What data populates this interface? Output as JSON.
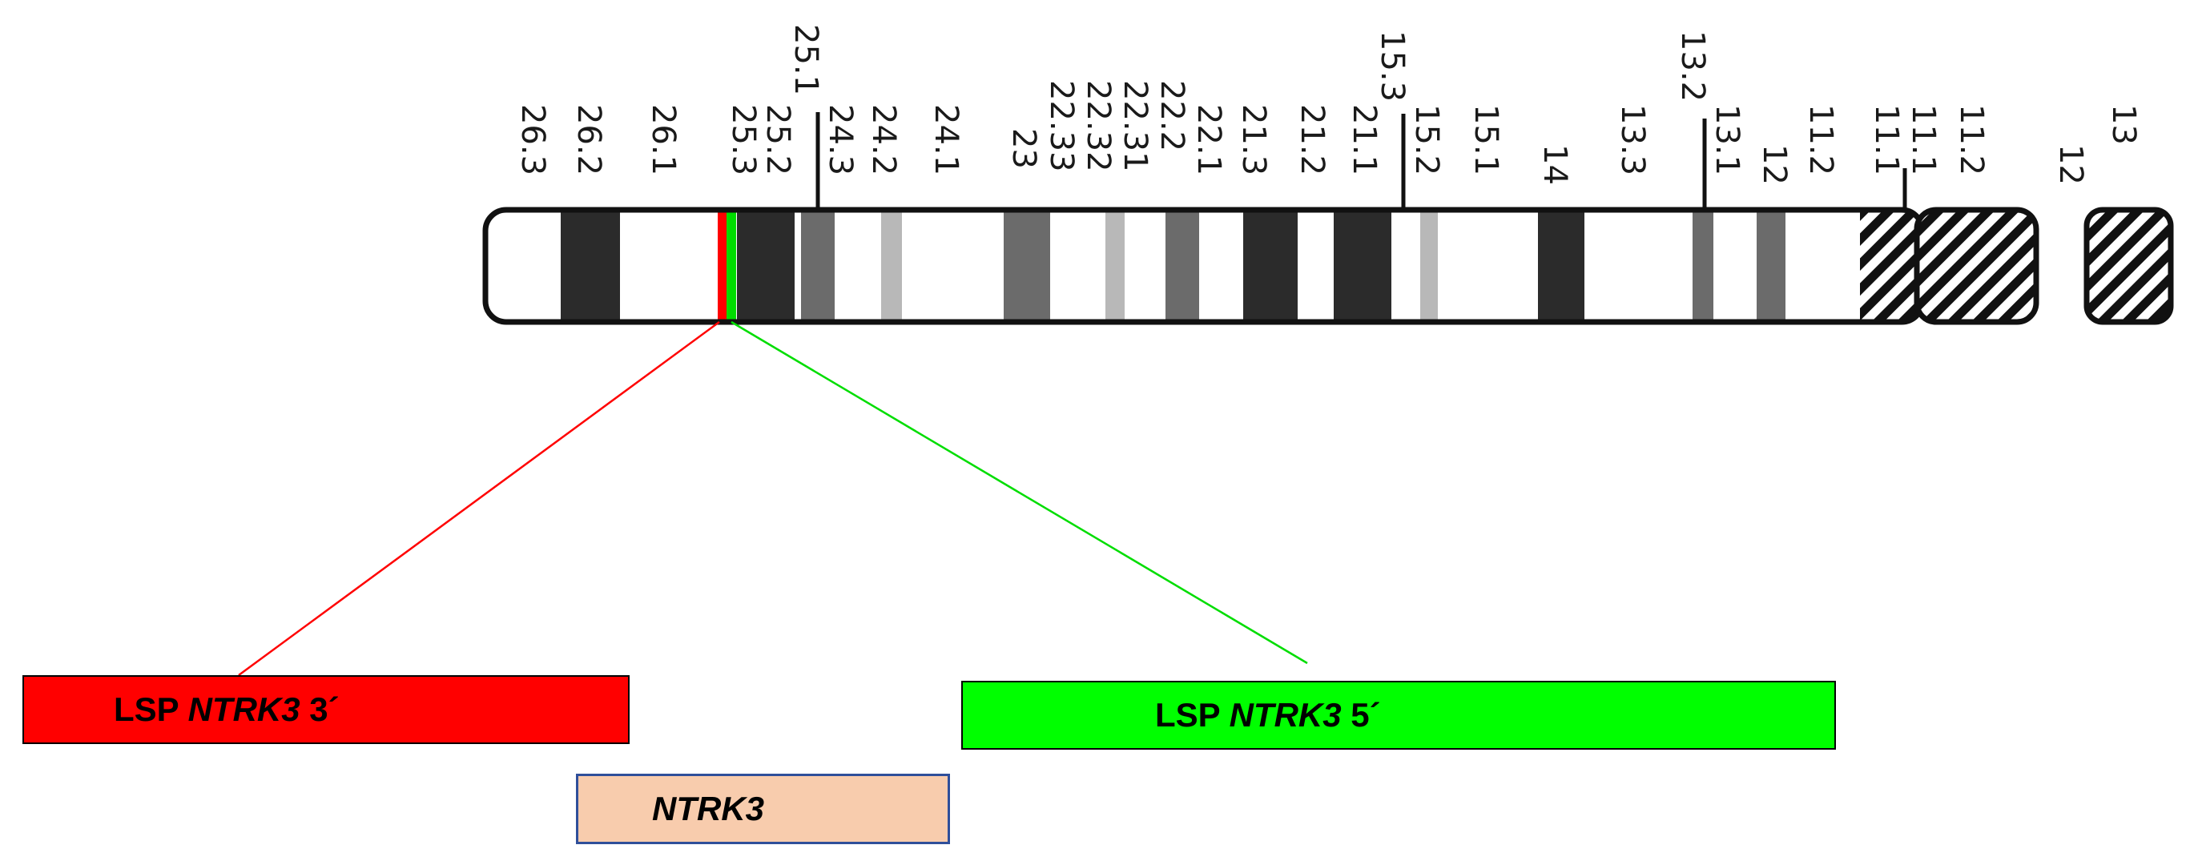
{
  "chromosome": {
    "band_labels": [
      {
        "id": "b26_3",
        "text": "26.3"
      },
      {
        "id": "b26_2",
        "text": "26.2"
      },
      {
        "id": "b26_1",
        "text": "26.1"
      },
      {
        "id": "b25_3",
        "text": "25.3"
      },
      {
        "id": "b25_2",
        "text": "25.2"
      },
      {
        "id": "b25_1",
        "text": "25.1"
      },
      {
        "id": "b24_3",
        "text": "24.3"
      },
      {
        "id": "b24_2",
        "text": "24.2"
      },
      {
        "id": "b24_1",
        "text": "24.1"
      },
      {
        "id": "b23",
        "text": "23"
      },
      {
        "id": "b22_33",
        "text": "22.33"
      },
      {
        "id": "b22_32",
        "text": "22.32"
      },
      {
        "id": "b22_31",
        "text": "22.31"
      },
      {
        "id": "b22_2",
        "text": "22.2"
      },
      {
        "id": "b22_1",
        "text": "22.1"
      },
      {
        "id": "b21_3",
        "text": "21.3"
      },
      {
        "id": "b21_2",
        "text": "21.2"
      },
      {
        "id": "b21_1",
        "text": "21.1"
      },
      {
        "id": "b15_3",
        "text": "15.3"
      },
      {
        "id": "b15_2",
        "text": "15.2"
      },
      {
        "id": "b15_1",
        "text": "15.1"
      },
      {
        "id": "b14",
        "text": "14"
      },
      {
        "id": "b13_3",
        "text": "13.3"
      },
      {
        "id": "b13_2",
        "text": "13.2"
      },
      {
        "id": "b13_1",
        "text": "13.1"
      },
      {
        "id": "b12q",
        "text": "12"
      },
      {
        "id": "b11_2q",
        "text": "11.2"
      },
      {
        "id": "b11_1q",
        "text": "11.1"
      },
      {
        "id": "b11_1p",
        "text": "11.1"
      },
      {
        "id": "b11_2p",
        "text": "11.2"
      },
      {
        "id": "b12p",
        "text": "12"
      },
      {
        "id": "b13p",
        "text": "13"
      }
    ],
    "colors": {
      "dark": "#2b2b2b",
      "medium": "#6b6b6b",
      "light": "#b8b8b8",
      "outline": "#111111",
      "probe_3prime": "#ff0000",
      "probe_5prime": "#00dd00"
    }
  },
  "probes": {
    "three_prime": {
      "prefix": "LSP ",
      "gene": "NTRK3",
      "suffix": " 3´",
      "color": "#ff0000"
    },
    "five_prime": {
      "prefix": "LSP ",
      "gene": "NTRK3",
      "suffix": " 5´",
      "color": "#00ff00"
    }
  },
  "gene": {
    "name": "NTRK3",
    "color": "#f8ccad",
    "border": "#2f4f9a"
  }
}
